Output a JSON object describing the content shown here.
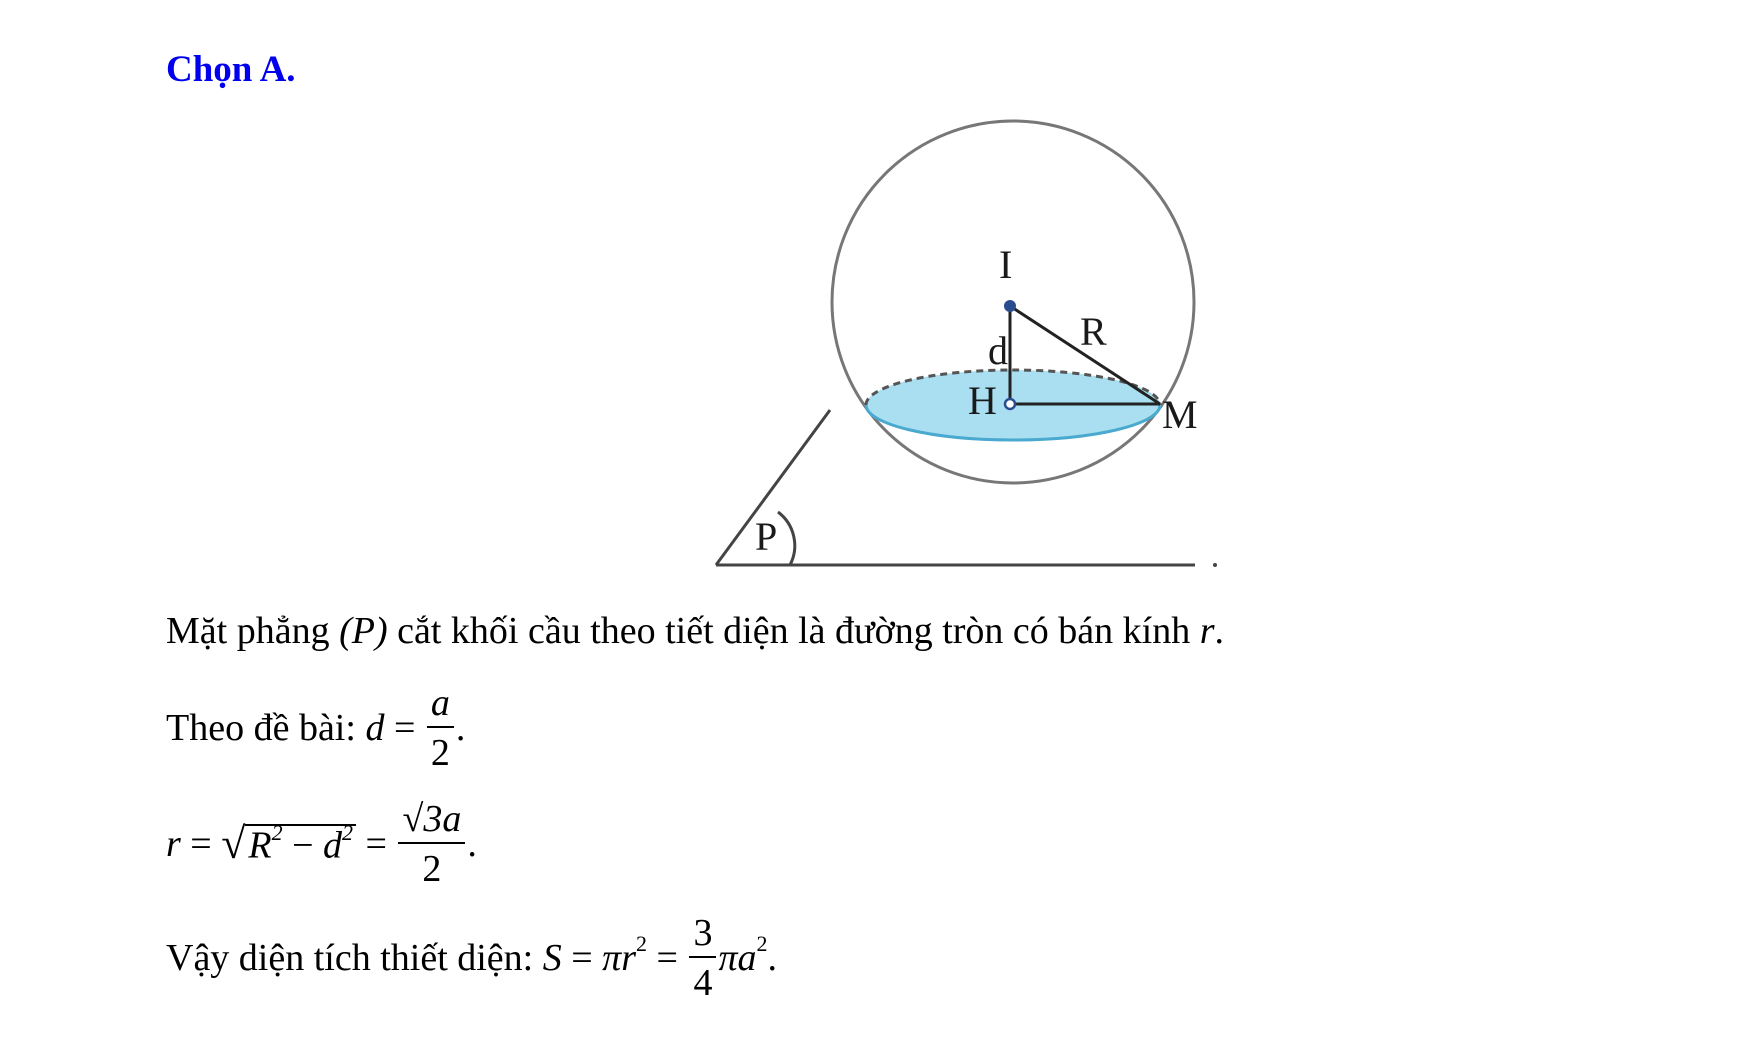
{
  "heading": "Chọn A.",
  "figure": {
    "label_I": "I",
    "label_R": "R",
    "label_d": "d",
    "label_H": "H",
    "label_M": "M",
    "label_P": "P",
    "colors": {
      "section_fill": "#a9dff0",
      "section_stroke": "#4aa9cf",
      "sphere_stroke": "#777777",
      "line_stroke": "#222222",
      "point_color": "#2a4d8f"
    }
  },
  "lines": {
    "l1_text_a": "Mặt phẳng ",
    "l1_math": "(P)",
    "l1_text_b": " cắt khối cầu theo tiết diện là đường tròn có bán kính ",
    "l1_var": "r",
    "l1_end": ".",
    "l2_text": "Theo đề bài: ",
    "l2_lhs": "d",
    "l2_eq": " = ",
    "l2_num": "a",
    "l2_den": "2",
    "l2_end": ".",
    "l3_lhs": "r",
    "l3_eq1": " = ",
    "l3_rad_symbol": "√",
    "l3_R": "R",
    "l3_R_exp": "2",
    "l3_minus": " − ",
    "l3_d": "d",
    "l3_d_exp": "2",
    "l3_eq2": " = ",
    "l3_num": "√3a",
    "l3_den": "2",
    "l3_end": ".",
    "l4_text": "Vậy diện tích thiết diện: ",
    "l4_S": "S",
    "l4_eq1": " = ",
    "l4_pir": "πr",
    "l4_pir_exp": "2",
    "l4_eq2": " = ",
    "l4_num": "3",
    "l4_den": "4",
    "l4_pia": "πa",
    "l4_pia_exp": "2",
    "l4_end": "."
  }
}
